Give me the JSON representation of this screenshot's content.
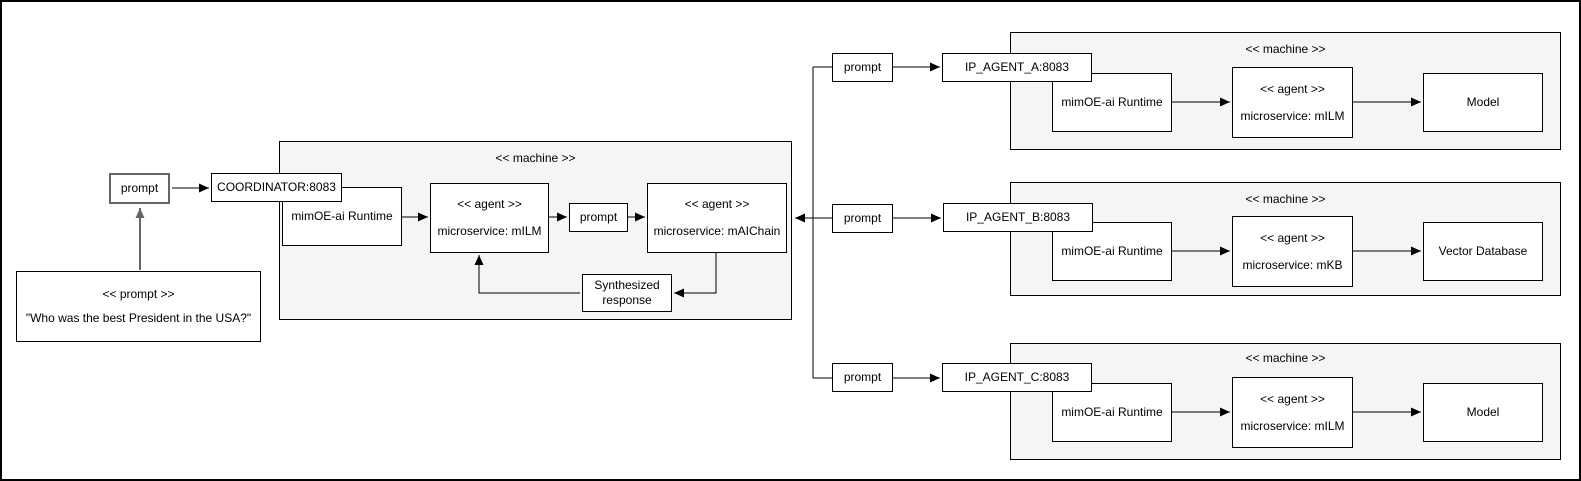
{
  "colors": {
    "machine_fill": "#f5f5f5",
    "box_border": "#000000",
    "prompt_connector_gray": "#666666"
  },
  "user_prompt": {
    "stereotype": "<< prompt >>",
    "text": "\"Who was the best President in the USA?\""
  },
  "flow": {
    "input_prompt": "prompt"
  },
  "coordinator": {
    "node": "COORDINATOR:8083",
    "machine": "<< machine >>",
    "runtime": "mimOE-ai Runtime",
    "agent1": {
      "stereotype": "<< agent >>",
      "service": "microservice: mILM"
    },
    "prompt": "prompt",
    "agent2": {
      "stereotype": "<< agent >>",
      "service": "microservice: mAIChain"
    },
    "synthesized": "Synthesized response"
  },
  "agents": [
    {
      "prompt": "prompt",
      "node": "IP_AGENT_A:8083",
      "machine": "<< machine >>",
      "runtime": "mimOE-ai Runtime",
      "agent_stereotype": "<< agent >>",
      "agent_service": "microservice: mILM",
      "backend": "Model"
    },
    {
      "prompt": "prompt",
      "node": "IP_AGENT_B:8083",
      "machine": "<< machine >>",
      "runtime": "mimOE-ai Runtime",
      "agent_stereotype": "<< agent >>",
      "agent_service": "microservice: mKB",
      "backend": "Vector Database"
    },
    {
      "prompt": "prompt",
      "node": "IP_AGENT_C:8083",
      "machine": "<< machine >>",
      "runtime": "mimOE-ai Runtime",
      "agent_stereotype": "<< agent >>",
      "agent_service": "microservice: mILM",
      "backend": "Model"
    }
  ]
}
